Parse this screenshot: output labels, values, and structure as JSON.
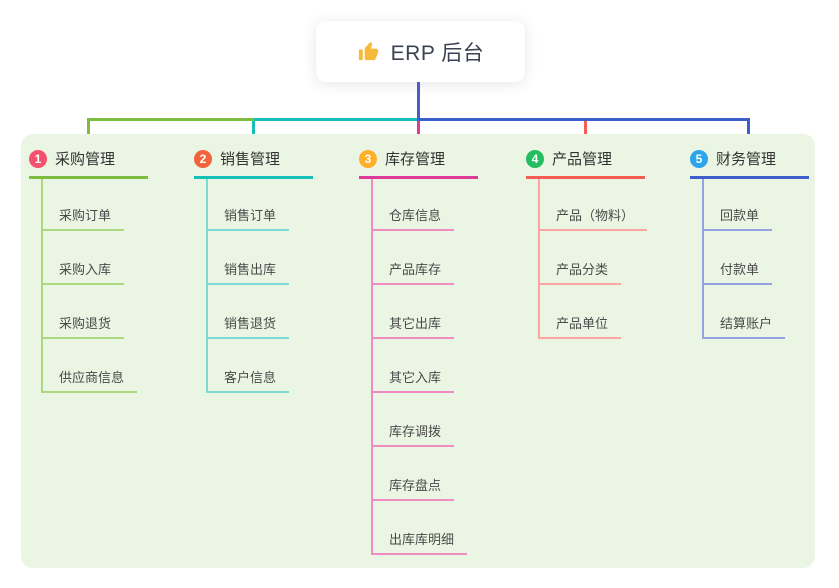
{
  "root": {
    "icon": "thumbs-up-icon",
    "title": "ERP 后台"
  },
  "colors": {
    "root_line": "#4a5cc8",
    "panel_bg": "#eaf5e3",
    "icon_yellow": "#f5b93c"
  },
  "branches": [
    {
      "badge": "1",
      "label": "采购管理",
      "badge_color": "#f4516c",
      "line_color": "#7cbc41",
      "child_line_color": "#abd77d",
      "children": [
        "采购订单",
        "采购入库",
        "采购退货",
        "供应商信息"
      ]
    },
    {
      "badge": "2",
      "label": "销售管理",
      "badge_color": "#f3633c",
      "line_color": "#17bfb9",
      "child_line_color": "#7edad4",
      "children": [
        "销售订单",
        "销售出库",
        "销售退货",
        "客户信息"
      ]
    },
    {
      "badge": "3",
      "label": "库存管理",
      "badge_color": "#ffaf2a",
      "line_color": "#de3a97",
      "child_line_color": "#f08cc2",
      "children": [
        "仓库信息",
        "产品库存",
        "其它出库",
        "其它入库",
        "库存调拨",
        "库存盘点",
        "出库库明细"
      ]
    },
    {
      "badge": "4",
      "label": "产品管理",
      "badge_color": "#24bd60",
      "line_color": "#f95b55",
      "child_line_color": "#fba6a2",
      "children": [
        "产品（物料）",
        "产品分类",
        "产品单位"
      ]
    },
    {
      "badge": "5",
      "label": "财务管理",
      "badge_color": "#2ba6ec",
      "line_color": "#3f5ece",
      "child_line_color": "#92a5e0",
      "children": [
        "回款单",
        "付款单",
        "结算账户"
      ]
    }
  ]
}
